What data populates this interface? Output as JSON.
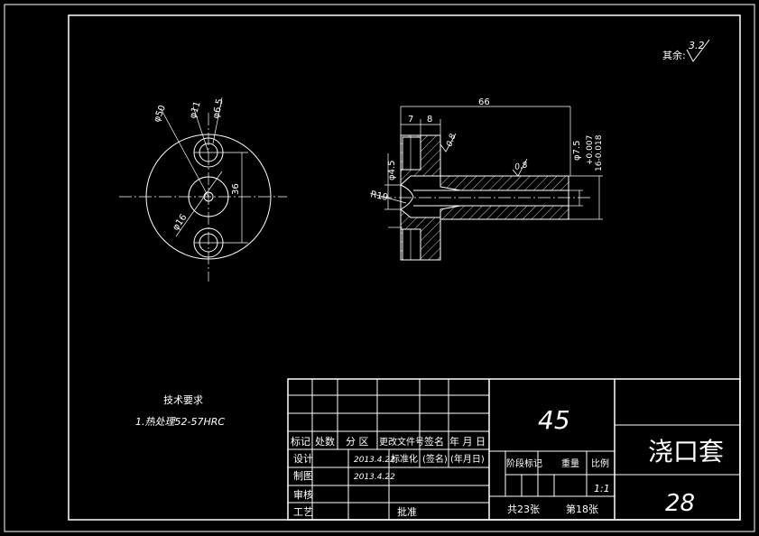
{
  "roughness_note": "其余:",
  "roughness_value": "3.2",
  "front_view": {
    "dim_phi50": "φ50",
    "dim_phi11": "φ11",
    "dim_phi6_5": "φ6.5",
    "dim_36": "36",
    "dim_phi16": "φ16"
  },
  "section_view": {
    "dim_66": "66",
    "dim_7": "7",
    "dim_8": "8",
    "rough_1": "0.8",
    "rough_2": "0.8",
    "dim_phi4_5": "φ4.5",
    "dim_r19": "R19",
    "dim_phi7_5": "φ7.5",
    "tol_upper": "+0.007",
    "tol_lower": "16-0.018"
  },
  "tech_req": {
    "title": "技术要求",
    "line1": "1.热处理52-57HRC"
  },
  "title_block": {
    "material": "45",
    "part_name": "浇口套",
    "drawing_no": "28",
    "headers": [
      "标记",
      "处数",
      "分 区",
      "更改文件号",
      "签名",
      "年 月 日"
    ],
    "row_design": {
      "label": "设计",
      "date": "2013.4.22",
      "std": "标准化",
      "sign": "(签名)",
      "ymd": "(年月日)"
    },
    "row_draw": {
      "label": "制图",
      "date": "2013.4.22"
    },
    "row_check": {
      "label": "审核"
    },
    "row_process": {
      "label": "工艺",
      "approve": "批准"
    },
    "stage_label": "阶段标记",
    "weight_label": "重量",
    "scale_label": "比例",
    "scale_value": "1:1",
    "sheets_total": "共23张",
    "sheet_no": "第18张"
  }
}
